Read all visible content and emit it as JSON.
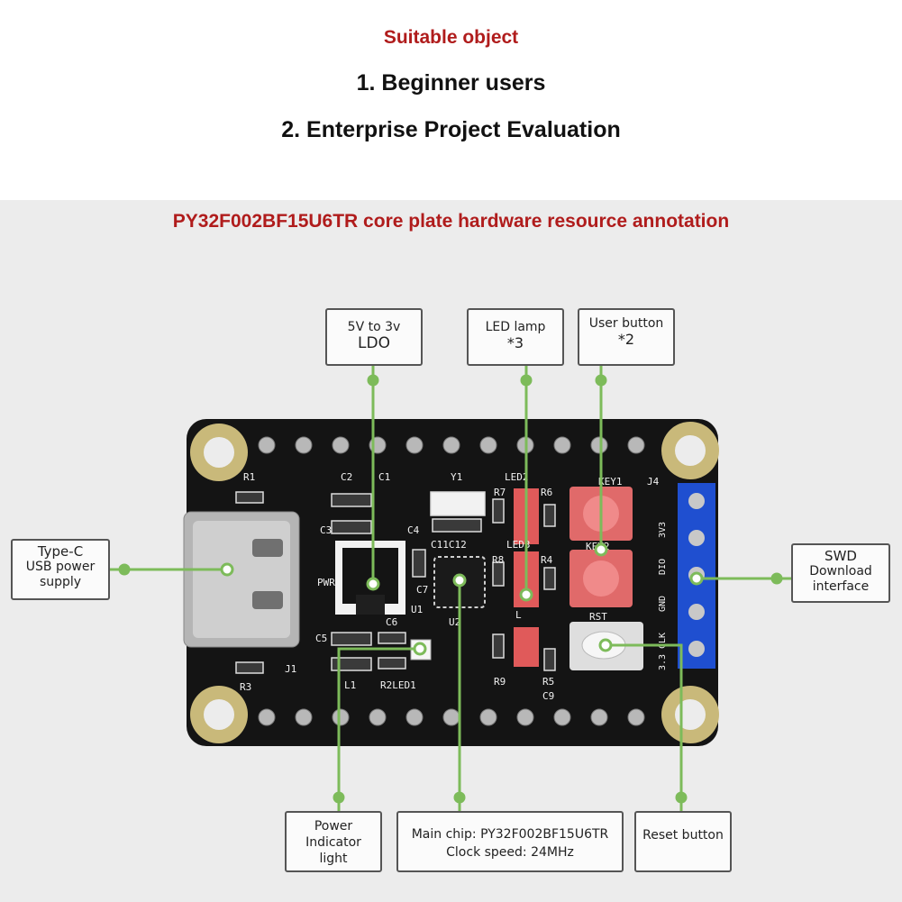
{
  "header": {
    "suitable_title": "Suitable object",
    "line1": "1. Beginner users",
    "line2": "2. Enterprise Project Evaluation"
  },
  "diagram": {
    "title": "PY32F002BF15U6TR core plate hardware resource annotation",
    "callouts": {
      "ldo": [
        "5V to 3v",
        "LDO"
      ],
      "led_lamp": [
        "LED lamp",
        "*3"
      ],
      "user_button": [
        "User button",
        "*2"
      ],
      "typec": [
        "Type-C",
        "USB power",
        "supply"
      ],
      "swd": [
        "SWD",
        "Download",
        "interface"
      ],
      "power_indicator": [
        "Power",
        "Indicator",
        "light"
      ],
      "main_chip": [
        "Main chip: PY32F002BF15U6TR",
        "Clock speed: 24MHz"
      ],
      "reset": "Reset button"
    },
    "board_labels": {
      "r1": "R1",
      "c2": "C2",
      "c1": "C1",
      "y1": "Y1",
      "led2": "LED2",
      "r7": "R7",
      "r6": "R6",
      "key1": "KEY1",
      "j4": "J4",
      "c3": "C3",
      "c4": "C4",
      "c11c12": "C11C12",
      "led3": "LED3",
      "r8": "R8",
      "r4": "R4",
      "key2": "KEY2",
      "pwr": "PWR",
      "c7": "C7",
      "u1": "U1",
      "u2": "U2",
      "c6": "C6",
      "rst": "RST",
      "c5": "C5",
      "j1": "J1",
      "r3": "R3",
      "l1": "L1",
      "r2led1": "R2LED1",
      "r9": "R9",
      "r5": "R5",
      "c9": "C9",
      "l": "L",
      "pins": [
        "3V3",
        "DIO",
        "GND",
        "CLK",
        "3.3"
      ]
    },
    "colors": {
      "accent_red": "#b01c1c",
      "leader_green": "#7dbb5a",
      "pcb": "#141414",
      "pin_blue": "#1f4fd0"
    }
  }
}
